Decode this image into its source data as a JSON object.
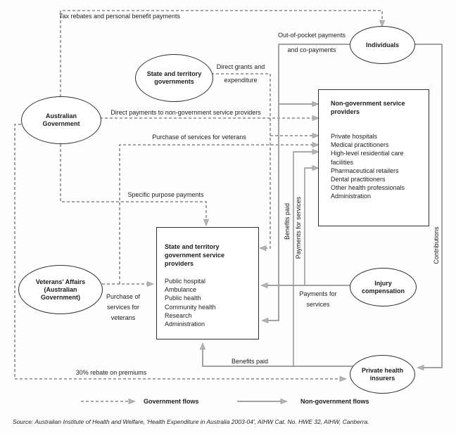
{
  "colors": {
    "background": "#fdfdfd",
    "node_border": "#2f2f2f",
    "text": "#1c1c1c",
    "government_flow_dashed": "#6f6f6f",
    "non_government_flow_solid": "#a3a3a3",
    "arrowhead": "#b5b5b5"
  },
  "nodes": {
    "individuals": "Individuals",
    "state_territory_governments": "State and territory\ngovernments",
    "australian_government": "Australian\nGovernment",
    "veterans_affairs": "Veterans' Affairs\n(Australian\nGovernment)",
    "injury_compensation": "Injury\ncompensation",
    "private_health_insurers": "Private health\ninsurers"
  },
  "boxes": {
    "non_government": {
      "title": "Non-government service providers",
      "items": [
        "Private hospitals",
        "Medical practitioners",
        "High-level residential care facilities",
        "Pharmaceutical retailers",
        "Dental practitioners",
        "Other health professionals",
        "Administration"
      ]
    },
    "state_government": {
      "title": "State and territory government service providers",
      "items": [
        "Public hospital",
        "Ambulance",
        "Public health",
        "Community health",
        "Research",
        "Administration"
      ]
    }
  },
  "flow_labels": {
    "tax_rebates": "Tax rebates and personal benefit payments",
    "out_of_pocket_line1": "Out-of-pocket payments",
    "out_of_pocket_line2": "and co-payments",
    "direct_grants_line1": "Direct grants and",
    "direct_grants_line2": "expenditure",
    "direct_payments": "Direct payments to non-government service providers",
    "purchase_of_services": "Purchase of services for veterans",
    "specific_purpose": "Specific purpose payments",
    "purchase_of_services_stacked": "Purchase of\nservices for\nveterans",
    "payments_for_services_stacked": "Payments for\nservices",
    "benefits_paid": "Benefits paid",
    "benefits_paid_vertical": "Benefits paid",
    "payments_for_services_vertical": "Payments for services",
    "contributions_vertical": "Contributions",
    "rebate_30": "30% rebate on premiums"
  },
  "legend": {
    "government_flows": "Government flows",
    "non_government_flows": "Non-government flows"
  },
  "source": "Source: Australian Institute of Health and Welfare, 'Health Expenditure in Australia 2003-04', AIHW Cat. No. HWE 32, AIHW, Canberra."
}
